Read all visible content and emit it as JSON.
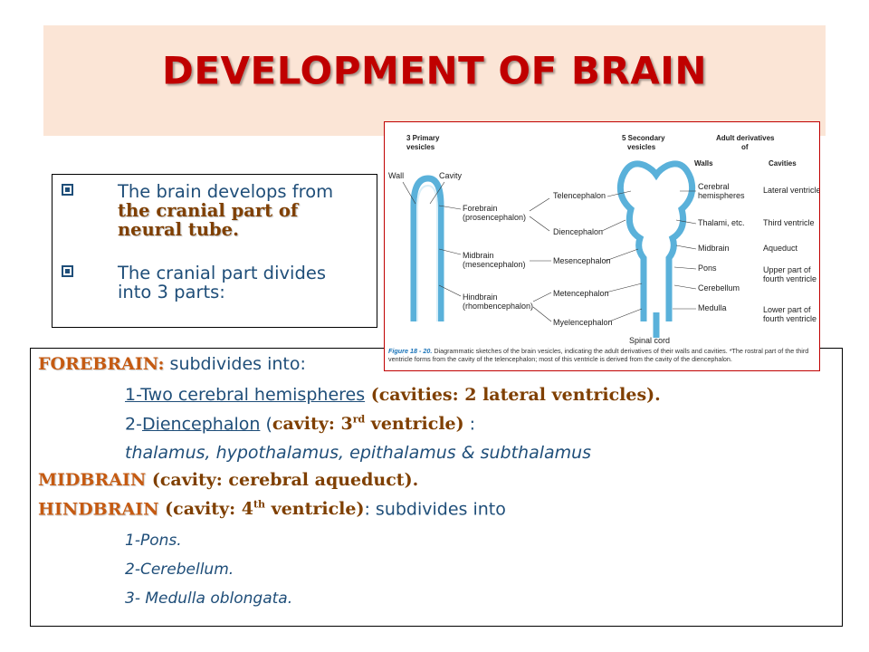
{
  "title": "DEVELOPMENT OF BRAIN",
  "intro": {
    "bullet1_pre": "The brain develops from ",
    "bullet1_hl": "the cranial part of neural tube.",
    "bullet2": "The cranial part divides into 3 parts:"
  },
  "figure": {
    "col_primary": [
      "3 Primary",
      "vesicles"
    ],
    "col_secondary": [
      "5 Secondary",
      "vesicles"
    ],
    "col_adult": [
      "Adult derivatives",
      "of"
    ],
    "sub_walls": "Walls",
    "sub_cavities": "Cavities",
    "wall": "Wall",
    "cavity": "Cavity",
    "forebrain": [
      "Forebrain",
      "(prosencephalon)"
    ],
    "midbrain": [
      "Midbrain",
      "(mesencephalon)"
    ],
    "hindbrain": [
      "Hindbrain",
      "(rhombencephalon)"
    ],
    "secondary": [
      "Telencephalon",
      "Diencephalon",
      "Mesencephalon",
      "Metencephalon",
      "Myelencephalon"
    ],
    "spinal_cord": "Spinal cord",
    "walls": [
      [
        "Cerebral",
        "hemispheres"
      ],
      [
        "Thalami, etc."
      ],
      [
        "Midbrain"
      ],
      [
        "Pons"
      ],
      [
        "Cerebellum"
      ],
      [
        "Medulla"
      ]
    ],
    "cavities": [
      [
        "Lateral ventricles"
      ],
      [
        "Third ventricle"
      ],
      [
        "Aqueduct"
      ],
      [
        "Upper part of",
        "fourth ventricle"
      ],
      [
        "Lower part of",
        "fourth ventricle"
      ]
    ],
    "caption_label": "Figure 18 - 20.",
    "caption": "Diagrammatic sketches of the brain vesicles, indicating the adult derivatives of their walls and cavities. *The rostral part of the third ventricle forms from the cavity of the telencephalon; most of this ventricle is derived from the cavity of the diencephalon."
  },
  "main": {
    "forebrain_hdr": "FOREBRAIN:",
    "forebrain_rest": " subdivides into:",
    "l1_u": "1-Two cerebral hemispheres",
    "l1_cav": " (cavities: 2 lateral ventricles).",
    "l2_pre": "2-",
    "l2_u": "Diencephalon",
    "l2_open": " (",
    "l2_cav_a": "cavity: 3",
    "l2_sup": "rd",
    "l2_cav_b": " ventricle)",
    "l2_end": " :",
    "l3": "thalamus, hypothalamus, epithalamus & subthalamus",
    "midbrain_hdr": "MIDBRAIN",
    "midbrain_cav": " (cavity: cerebral aqueduct).",
    "hindbrain_hdr": "HINDBRAIN",
    "hindbrain_cav_a": " (cavity: 4",
    "hindbrain_sup": "th",
    "hindbrain_cav_b": " ventricle)",
    "hindbrain_rest": ": subdivides into",
    "h1": "1-Pons.",
    "h2": "2-Cerebellum.",
    "h3": "3- Medulla  oblongata."
  }
}
